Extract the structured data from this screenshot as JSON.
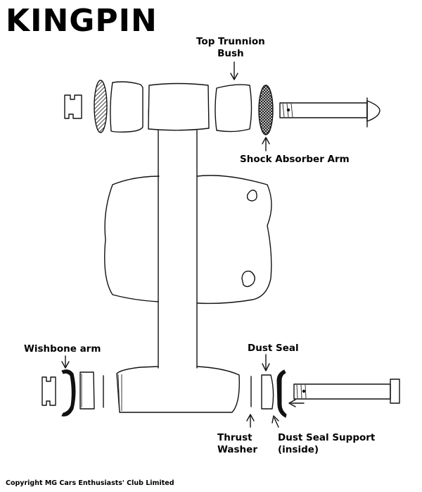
{
  "title": "KINGPIN",
  "labels": {
    "top_trunnion_bush": "Top Trunnion\nBush",
    "shock_absorber_arm": "Shock Absorber Arm",
    "wishbone_arm": "Wishbone arm",
    "dust_seal": "Dust Seal",
    "thrust_washer": "Thrust\nWasher",
    "dust_seal_support": "Dust Seal Support\n(inside)"
  },
  "copyright": "Copyright MG Cars Enthusiasts' Club Limited"
}
